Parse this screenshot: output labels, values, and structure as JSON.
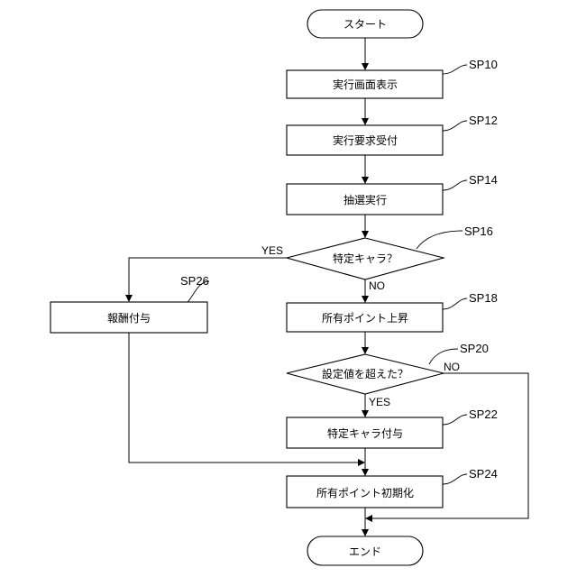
{
  "nodes": {
    "start": "スタート",
    "sp10": "実行画面表示",
    "sp12": "実行要求受付",
    "sp14": "抽選実行",
    "sp16": "特定キャラ？",
    "sp18": "所有ポイント上昇",
    "sp20": "設定値を超えた？",
    "sp22": "特定キャラ付与",
    "sp24": "所有ポイント初期化",
    "sp26": "報酬付与",
    "end": "エンド"
  },
  "refs": {
    "sp10": "SP10",
    "sp12": "SP12",
    "sp14": "SP14",
    "sp16": "SP16",
    "sp18": "SP18",
    "sp20": "SP20",
    "sp22": "SP22",
    "sp24": "SP24",
    "sp26": "SP26"
  },
  "branches": {
    "sp16_yes": "YES",
    "sp16_no": "NO",
    "sp20_yes": "YES",
    "sp20_no": "NO"
  }
}
